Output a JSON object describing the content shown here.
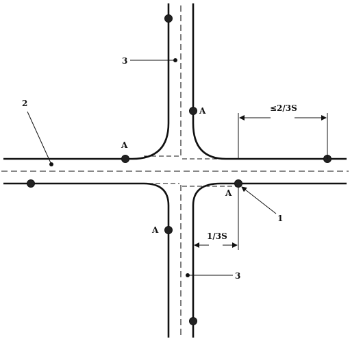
{
  "labels": {
    "leader_1": "1",
    "leader_2": "2",
    "leader_3_top": "3",
    "leader_3_bottom": "3",
    "point_a_upper_left": "A",
    "point_a_upper_right": "A",
    "point_a_lower_left": "A",
    "point_a_lower_right": "A",
    "dim_right": "≤2/3S",
    "dim_lower": "1/3S"
  }
}
